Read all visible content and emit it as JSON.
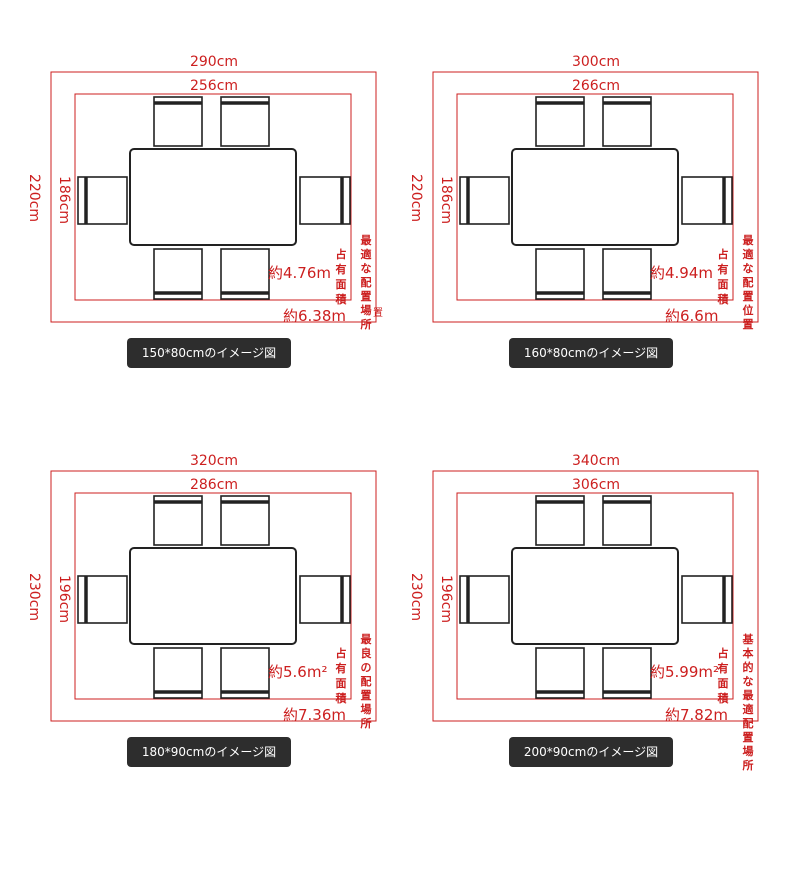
{
  "colors": {
    "dimension": "#cc1f1f",
    "furniture": "#222222",
    "caption_bg": "#2d2d2d"
  },
  "panels": [
    {
      "outer_width": "290cm",
      "inner_width": "256cm",
      "outer_height": "220cm",
      "inner_height": "186cm",
      "area_label": "占有面積",
      "area_value": "約4.76m",
      "perimeter_value": "約6.38m",
      "placement_label": "最適な配置場所",
      "placement_extra": "置",
      "caption": "150*80cmのイメージ図"
    },
    {
      "outer_width": "300cm",
      "inner_width": "266cm",
      "outer_height": "220cm",
      "inner_height": "186cm",
      "area_label": "占有面積",
      "area_value": "約4.94m",
      "perimeter_value": "約6.6m",
      "placement_label": "最適な配置位置",
      "placement_extra": "",
      "caption": "160*80cmのイメージ図"
    },
    {
      "outer_width": "320cm",
      "inner_width": "286cm",
      "outer_height": "230cm",
      "inner_height": "196cm",
      "area_label": "占有面積",
      "area_value": "約5.6m²",
      "perimeter_value": "約7.36m",
      "placement_label": "最良の配置場所",
      "placement_extra": "",
      "caption": "180*90cmのイメージ図"
    },
    {
      "outer_width": "340cm",
      "inner_width": "306cm",
      "outer_height": "230cm",
      "inner_height": "196cm",
      "area_label": "占有面積",
      "area_value": "約5.99m²",
      "perimeter_value": "約7.82m",
      "placement_label": "基本的な最適配置場所",
      "placement_extra": "",
      "caption": "200*90cmのイメージ図"
    }
  ]
}
